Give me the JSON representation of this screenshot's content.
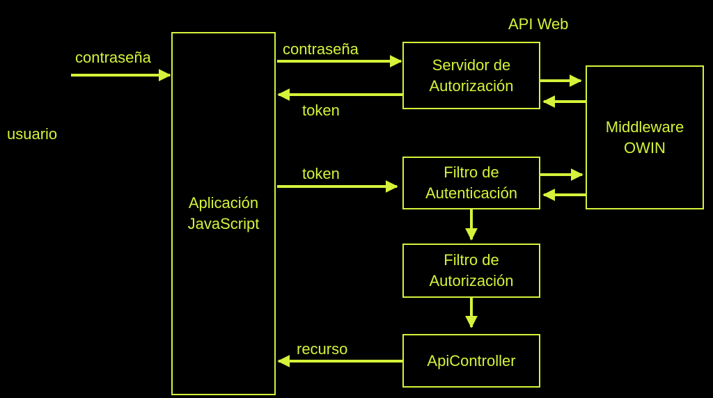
{
  "labels": {
    "user": "usuario",
    "password_in": "contraseña",
    "password_out": "contraseña",
    "token_back": "token",
    "token_send": "token",
    "resource": "recurso",
    "api_web": "API Web"
  },
  "boxes": {
    "js_app": {
      "line1": "Aplicación",
      "line2": "JavaScript"
    },
    "auth_server": {
      "line1": "Servidor de",
      "line2": "Autorización"
    },
    "owin": {
      "line1": "Middleware",
      "line2": "OWIN"
    },
    "authn_filter": {
      "line1": "Filtro de",
      "line2": "Autenticación"
    },
    "authz_filter": {
      "line1": "Filtro de",
      "line2": "Autorización"
    },
    "api_controller": {
      "line1": "ApiController"
    }
  },
  "colors": {
    "accent": "#d6f23a",
    "background": "#000000"
  }
}
